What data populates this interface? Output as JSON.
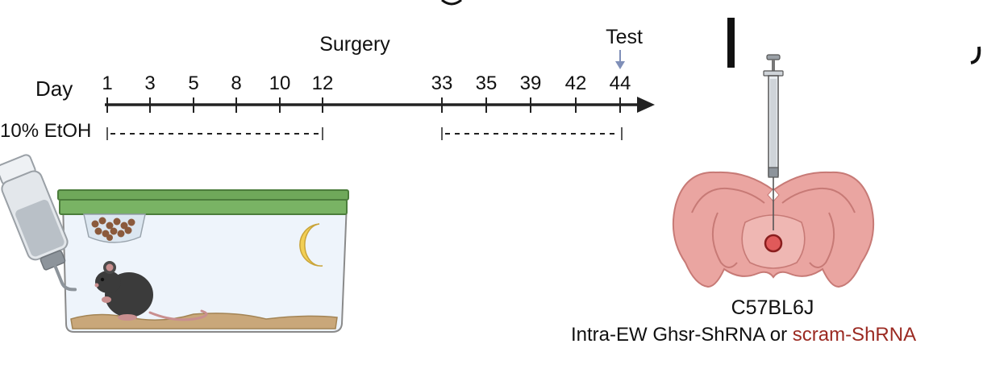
{
  "timeline": {
    "day_label": "Day",
    "days": [
      "1",
      "3",
      "5",
      "8",
      "10",
      "12",
      "33",
      "35",
      "39",
      "42",
      "44"
    ],
    "surgery_label": "Surgery",
    "test_label": "Test",
    "etoh_label": "10% EtOH"
  },
  "brain_panel": {
    "strain": "C57BL6J",
    "treatment_prefix": "Intra-EW Ghsr-ShRNA or ",
    "treatment_highlight": "scram-ShRNA"
  },
  "colors": {
    "highlight_text": "#9b2a22",
    "test_arrow": "#7f8fb8",
    "cage_lid": "#6fa85a",
    "bedding": "#c9a77a",
    "moon": "#f2cf55",
    "brain": "#eaa5a1",
    "target": "#e05a5a"
  },
  "icons": {
    "bottle": "water-bottle-icon",
    "mouse": "mouse-icon",
    "moon": "moon-icon",
    "syringe": "syringe-icon",
    "brain": "brain-section-icon"
  }
}
